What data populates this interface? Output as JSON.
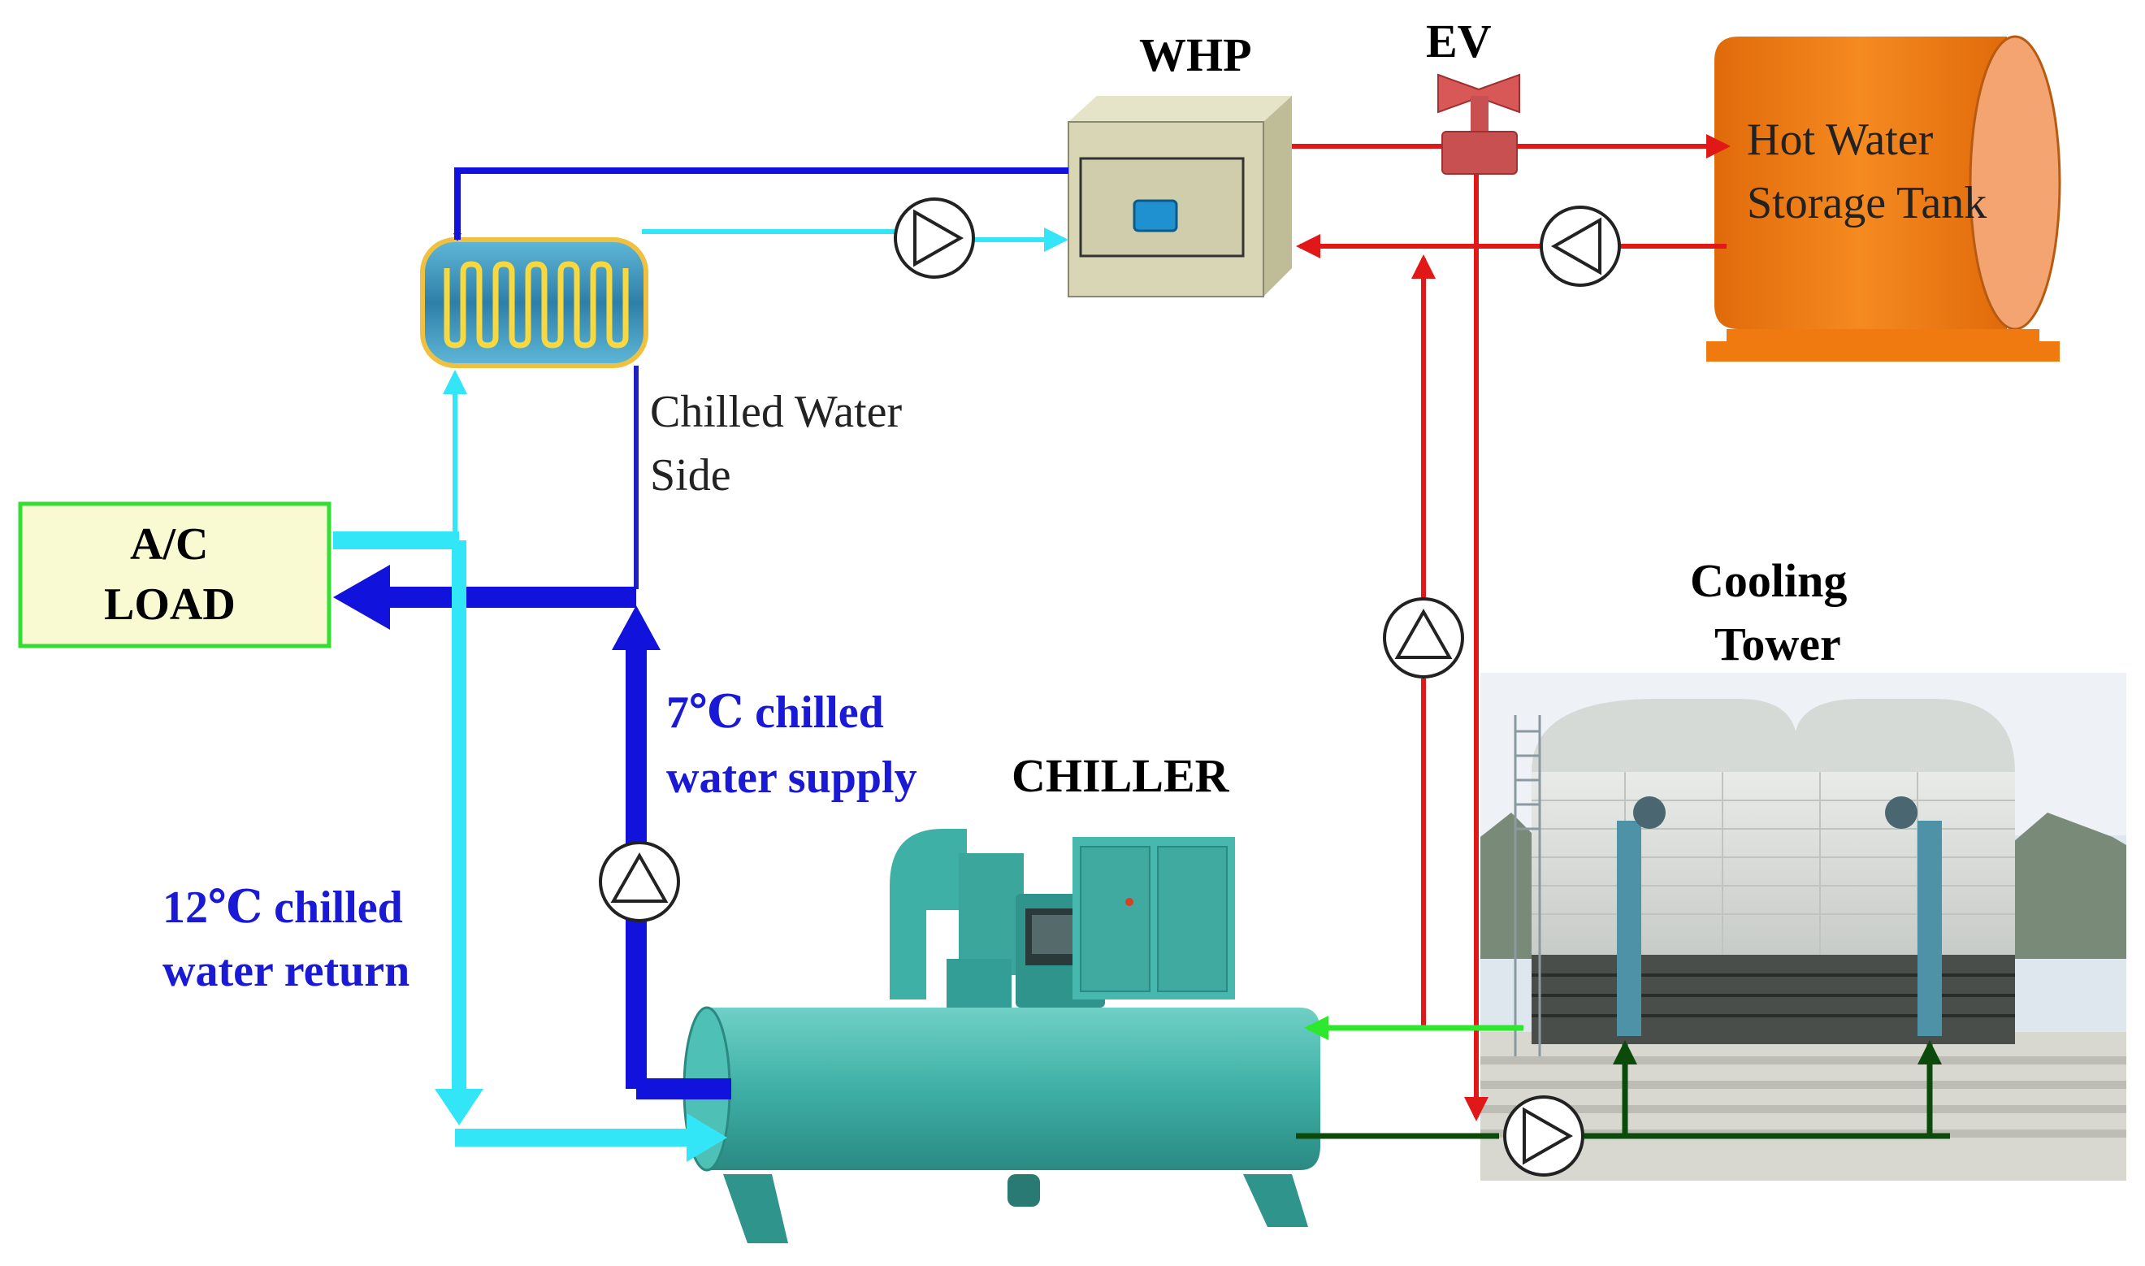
{
  "labels": {
    "whp": "WHP",
    "ev": "EV",
    "tank_line1": "Hot Water",
    "tank_line2": "Storage Tank",
    "chilled_side_line1": "Chilled Water",
    "chilled_side_line2": "Side",
    "ac_load_line1": "A/C",
    "ac_load_line2": "LOAD",
    "supply_line1": "7℃ chilled",
    "supply_line2": "water supply",
    "return_line1": "12℃ chilled",
    "return_line2": "water return",
    "chiller": "CHILLER",
    "cooling_line1": "Cooling",
    "cooling_line2": "Tower"
  },
  "colors": {
    "chilled_supply": "#1212dd",
    "chilled_return": "#33e6f7",
    "hot_water": "#e01818",
    "condenser_supply": "#2ee82e",
    "condenser_return": "#0c4a0c",
    "tank": "#f07a10",
    "whp_box": "#d8d6b4",
    "ac_load_fill": "#fafad2",
    "ac_load_border": "#33dd33",
    "chiller_body": "#3fb8ad"
  }
}
